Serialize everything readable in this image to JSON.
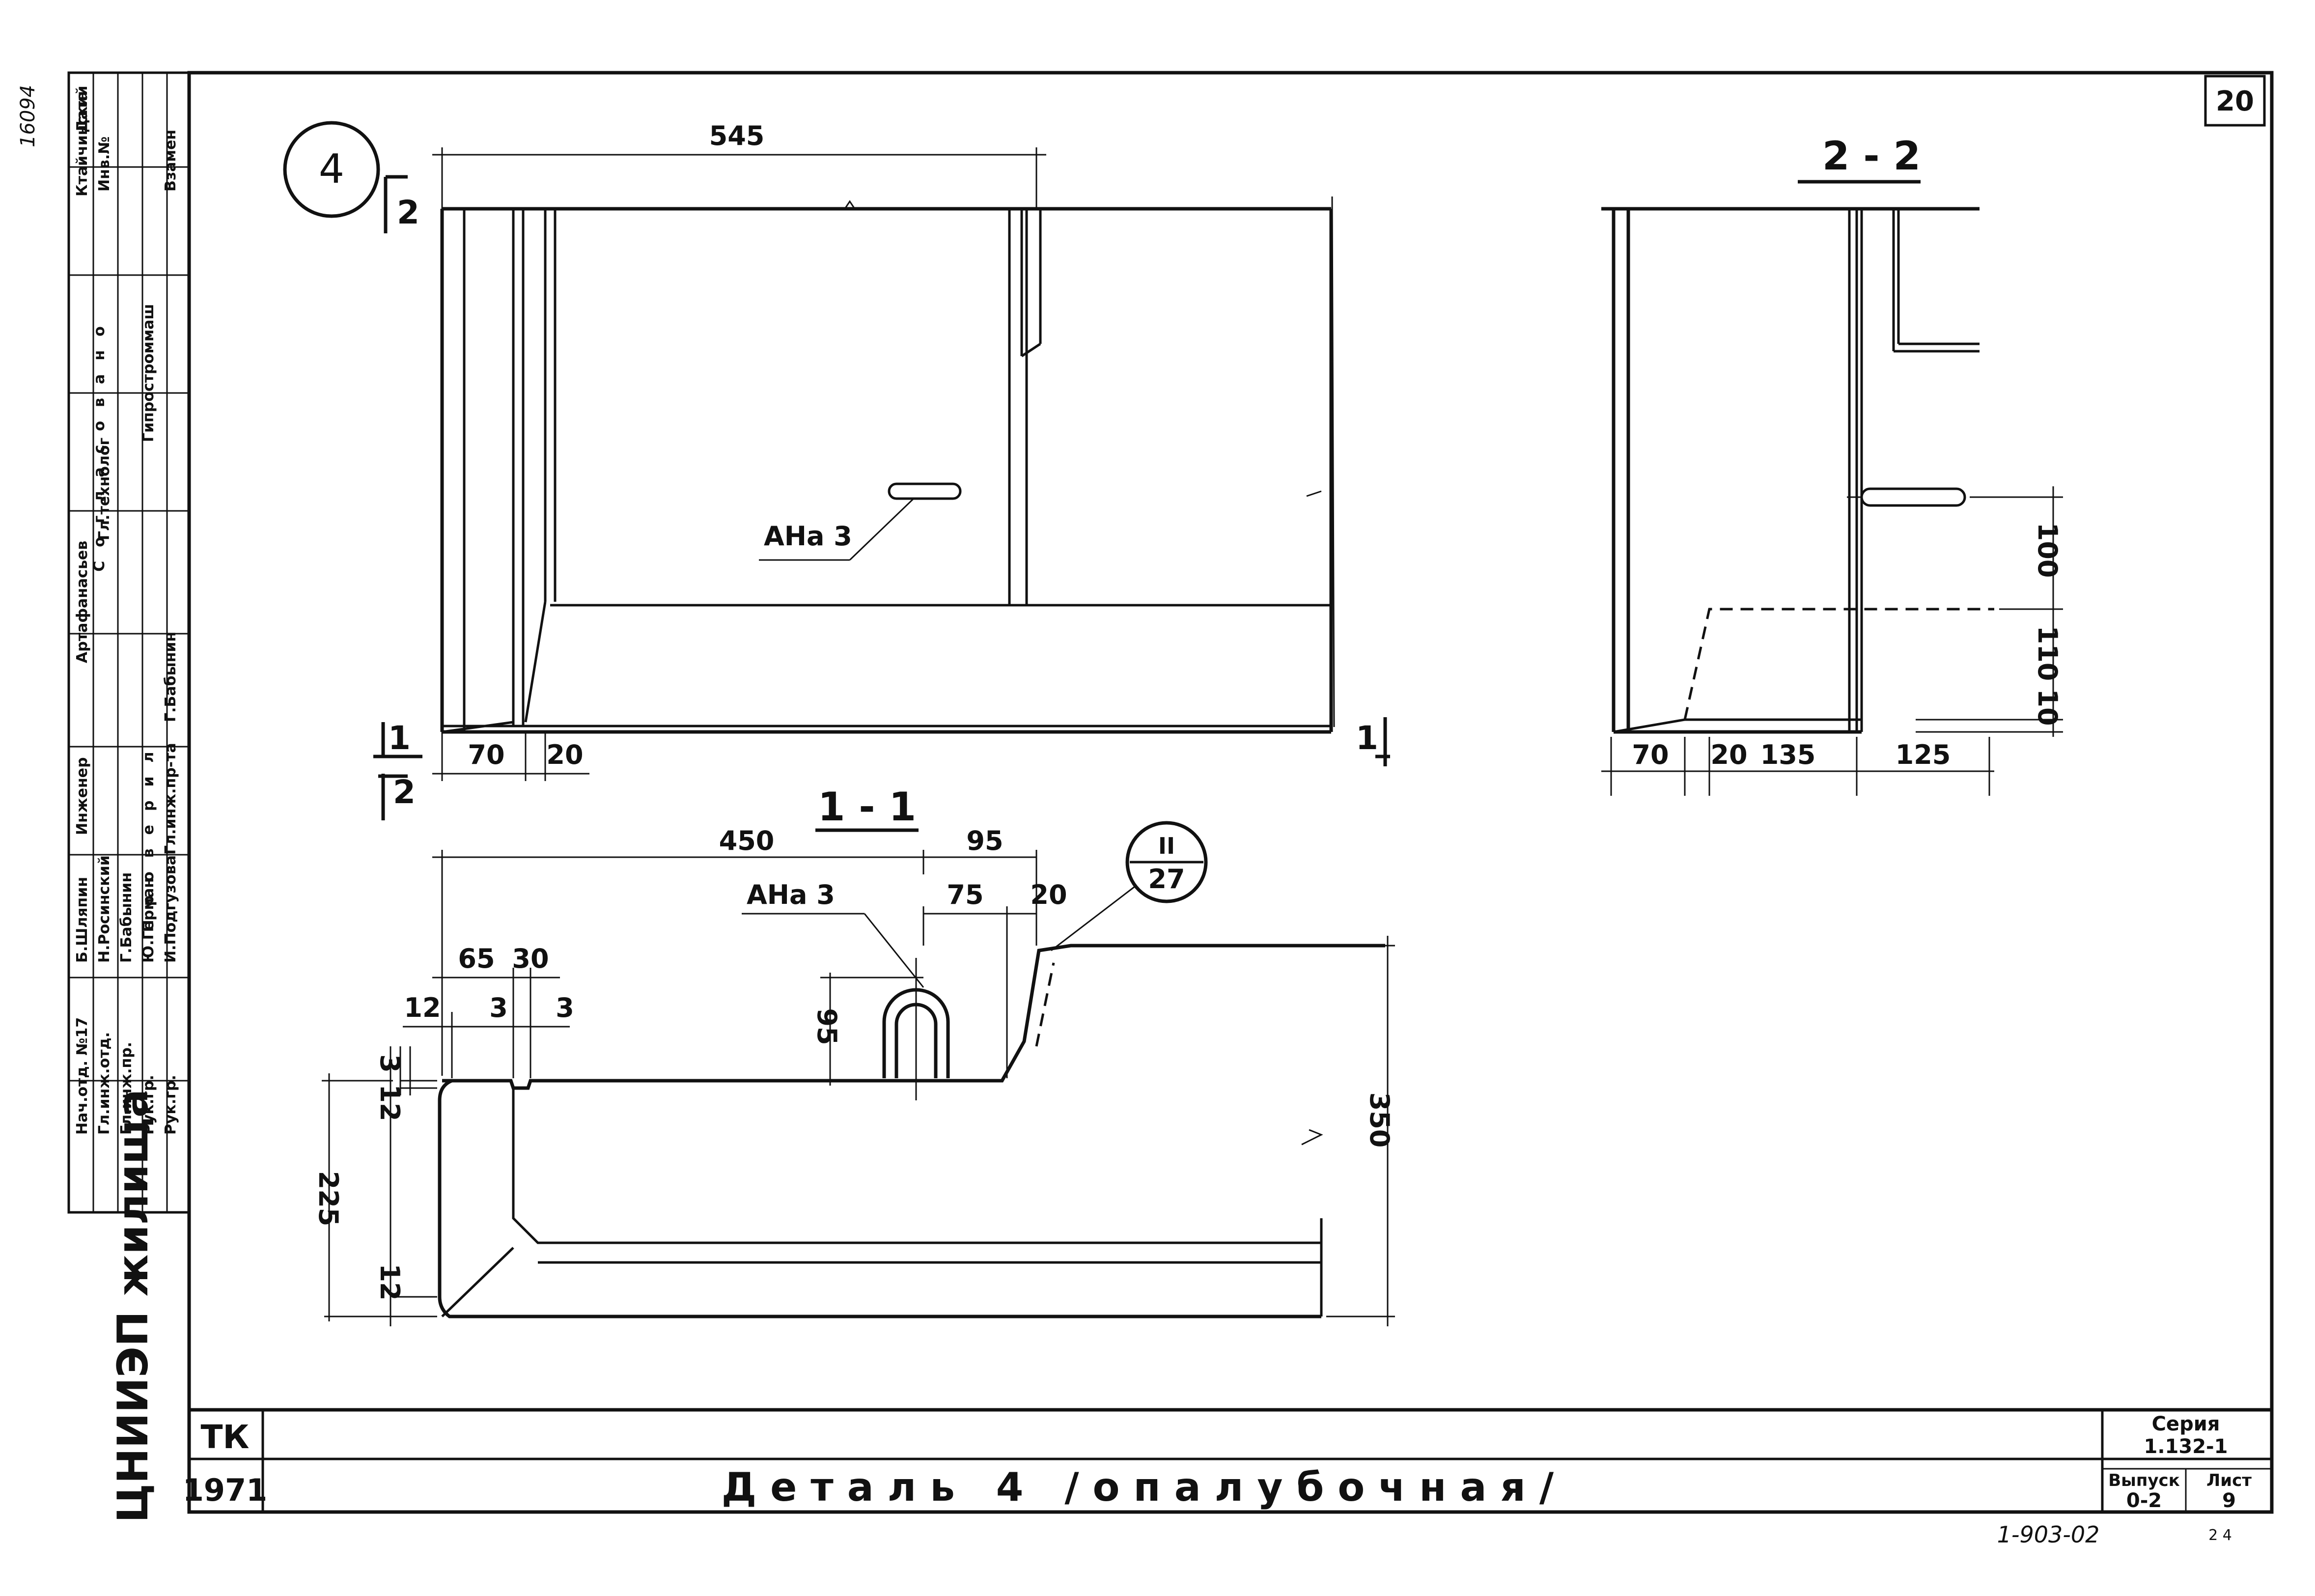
{
  "sheet": {
    "sheet_number": "20",
    "archive_number": "16094",
    "footer_number": "1-903-02",
    "footer_suffix": "2 4"
  },
  "title_block": {
    "code": "ТК",
    "year": "1971",
    "title": "Деталь 4 /опалубочная/",
    "series_label": "Серия",
    "series_value": "1.132-1",
    "issue_label": "Выпуск",
    "issue_value": "0-2",
    "sheet_label": "Лист",
    "sheet_value": "9"
  },
  "side_stamp": {
    "org": "ЦНИИЭП жилища",
    "approved_header": "Согласовано",
    "checked_header": "Проверил",
    "roles": [
      "Нач.отд. №17",
      "Гл.инж.отд.",
      "Гл.инж.пр.",
      "Рук.гр.",
      "Рук.гр."
    ],
    "names": [
      "Б.Шляпин",
      "Н.Росинский",
      "Г.Бабынин",
      "Ю.Герман",
      "И.Подгузова"
    ],
    "checkers": [
      "Инженер",
      "Гл.инж.пр-та",
      "Г.Бабынин"
    ],
    "approvals": [
      "Гл.технолог",
      "Гипростроммаш",
      "Ктайчинский",
      "Артафанасьев"
    ],
    "columns": [
      "Дата",
      "Инв.№",
      "Взамен"
    ]
  },
  "views": {
    "detail_number": "4",
    "plan_cut_top": "2",
    "plan_cut_bottom_left": "1",
    "plan_cut_bottom_left_2": "2",
    "plan_cut_right": "1",
    "section_1": "1 - 1",
    "section_2": "2 - 2",
    "anchor_label": "АНа 3",
    "callout_top": "II",
    "callout_bottom": "27"
  },
  "dimensions": {
    "plan": [
      "545",
      "70",
      "20"
    ],
    "section_1_1": [
      "450",
      "95",
      "75",
      "20",
      "65",
      "30",
      "12",
      "3",
      "3",
      "95",
      "3",
      "12",
      "225",
      "12",
      "350"
    ],
    "section_2_2": [
      "100",
      "110",
      "10",
      "70",
      "20",
      "135",
      "125"
    ]
  }
}
